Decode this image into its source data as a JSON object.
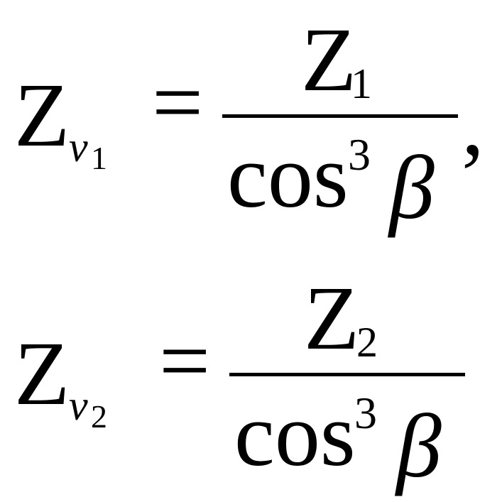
{
  "formulas": [
    {
      "lhs_symbol": "Z",
      "lhs_sub_var": "v",
      "lhs_sub_index": "1",
      "equals": "=",
      "numerator_symbol": "Z",
      "numerator_index": "1",
      "denominator_func": "cos",
      "denominator_power": "3",
      "denominator_var": "β",
      "trailing": ","
    },
    {
      "lhs_symbol": "Z",
      "lhs_sub_var": "v",
      "lhs_sub_index": "2",
      "equals": "=",
      "numerator_symbol": "Z",
      "numerator_index": "2",
      "denominator_func": "cos",
      "denominator_power": "3",
      "denominator_var": "β",
      "trailing": ""
    }
  ]
}
